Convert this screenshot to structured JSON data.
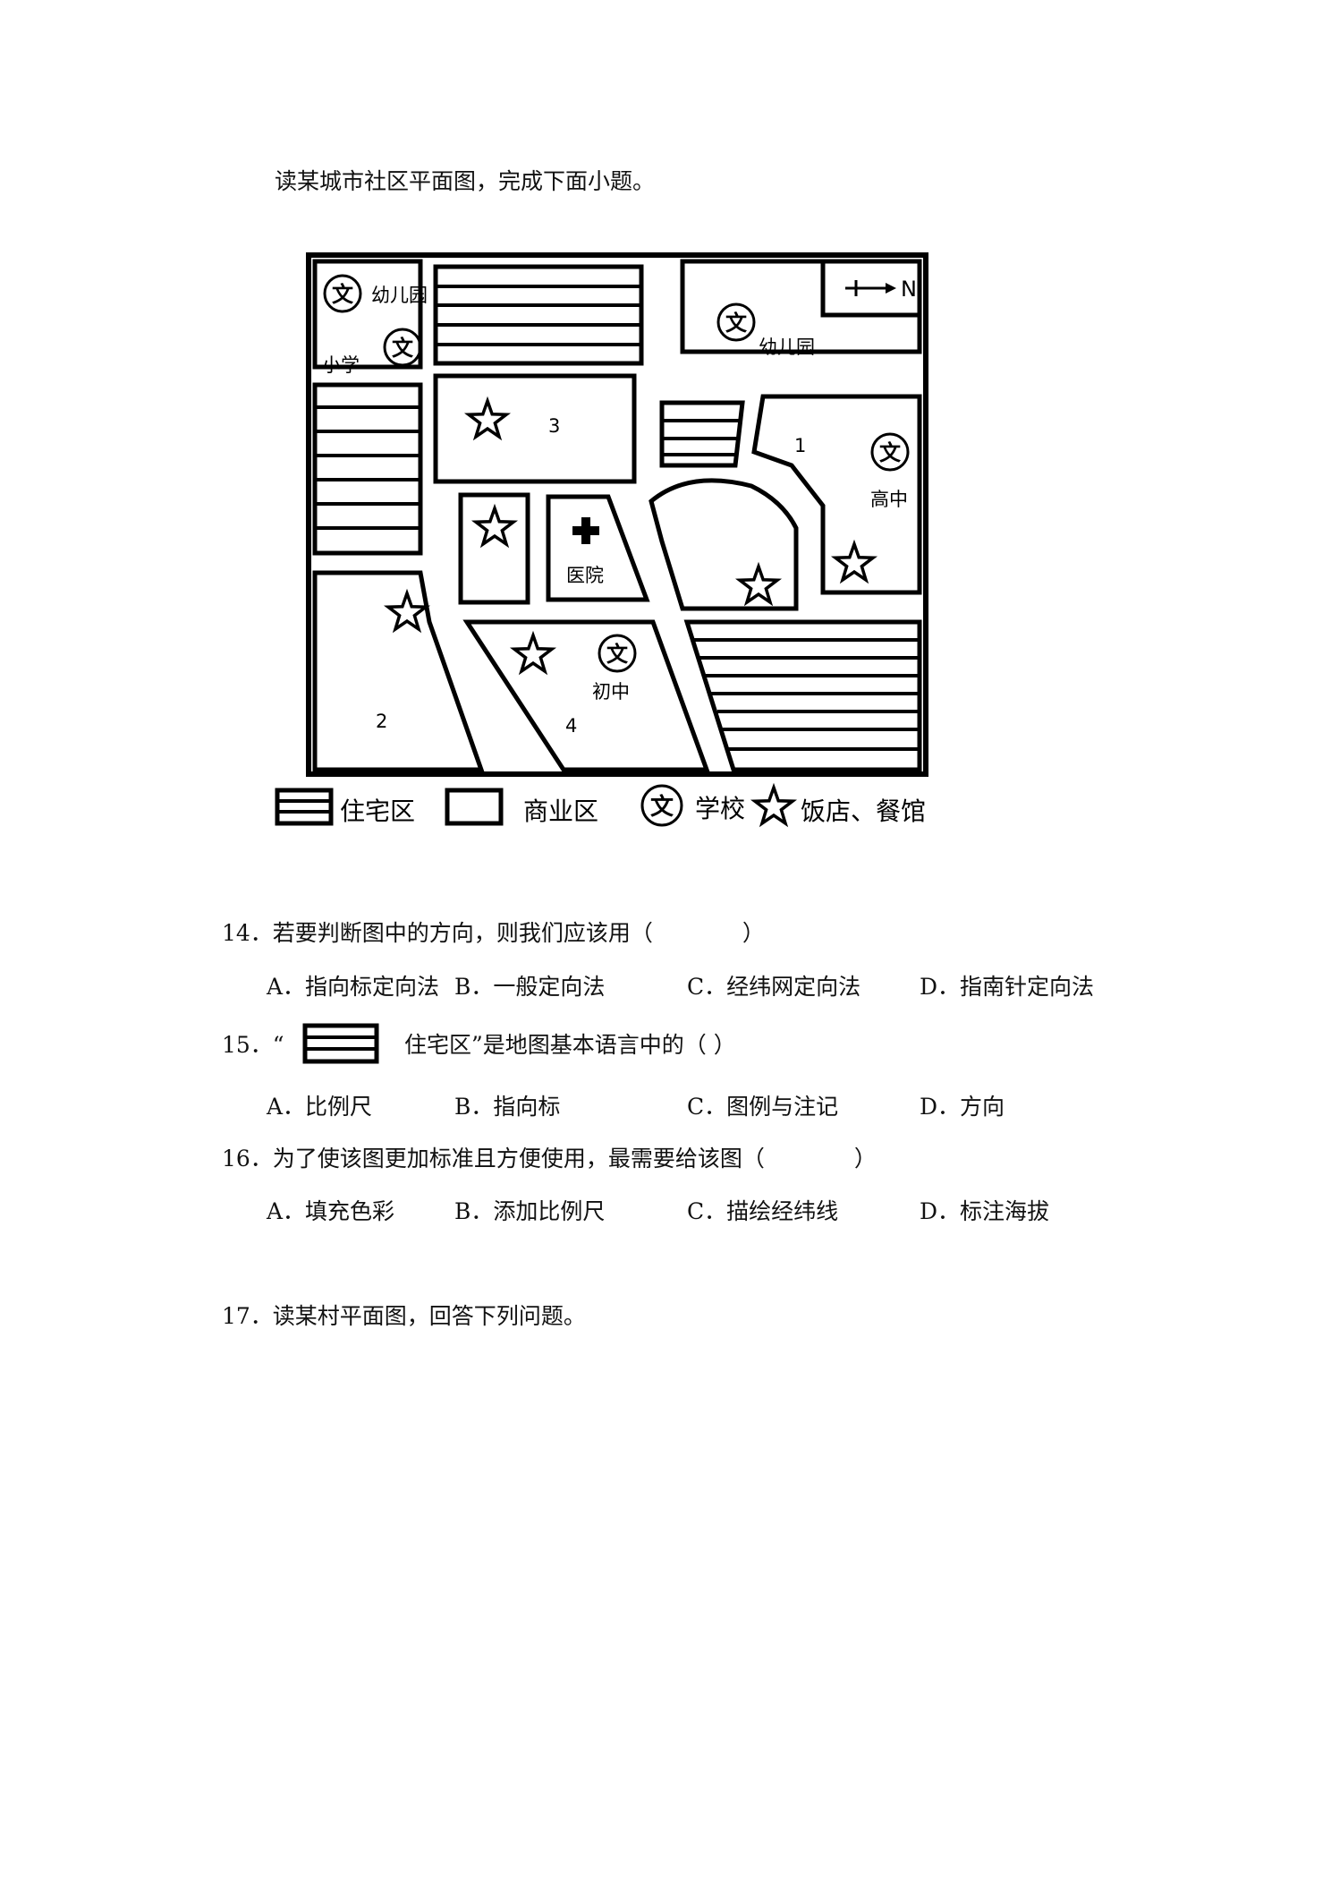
{
  "intro": "读某城市社区平面图，完成下面小题。",
  "map": {
    "north_label": "N",
    "labels": {
      "kindergarten_nw": "幼儿园",
      "primary_school": "小学",
      "kindergarten_ne": "幼儿园",
      "high_school": "高中",
      "hospital": "医院",
      "middle_school": "初中",
      "num1": "1",
      "num2": "2",
      "num3": "3",
      "num4": "4"
    },
    "school_symbol": "文",
    "legend": {
      "residential": "住宅区",
      "commercial": "商业区",
      "school": "学校",
      "restaurant": "饭店、餐馆"
    }
  },
  "questions": [
    {
      "stem": "14．若要判断图中的方向，则我们应该用（　　　　）",
      "options": [
        "A．指向标定向法",
        "B．一般定向法",
        "C．经纬网定向法",
        "D．指南针定向法"
      ]
    },
    {
      "stem_prefix": "15．“",
      "stem_suffix": "住宅区”是地图基本语言中的（ ）",
      "options": [
        "A．比例尺",
        "B．指向标",
        "C．图例与注记",
        "D．方向"
      ]
    },
    {
      "stem": "16．为了使该图更加标准且方便使用，最需要给该图（　　　　）",
      "options": [
        "A．填充色彩",
        "B．添加比例尺",
        "C．描绘经纬线",
        "D．标注海拔"
      ]
    },
    {
      "stem": "17．读某村平面图，回答下列问题。"
    }
  ]
}
